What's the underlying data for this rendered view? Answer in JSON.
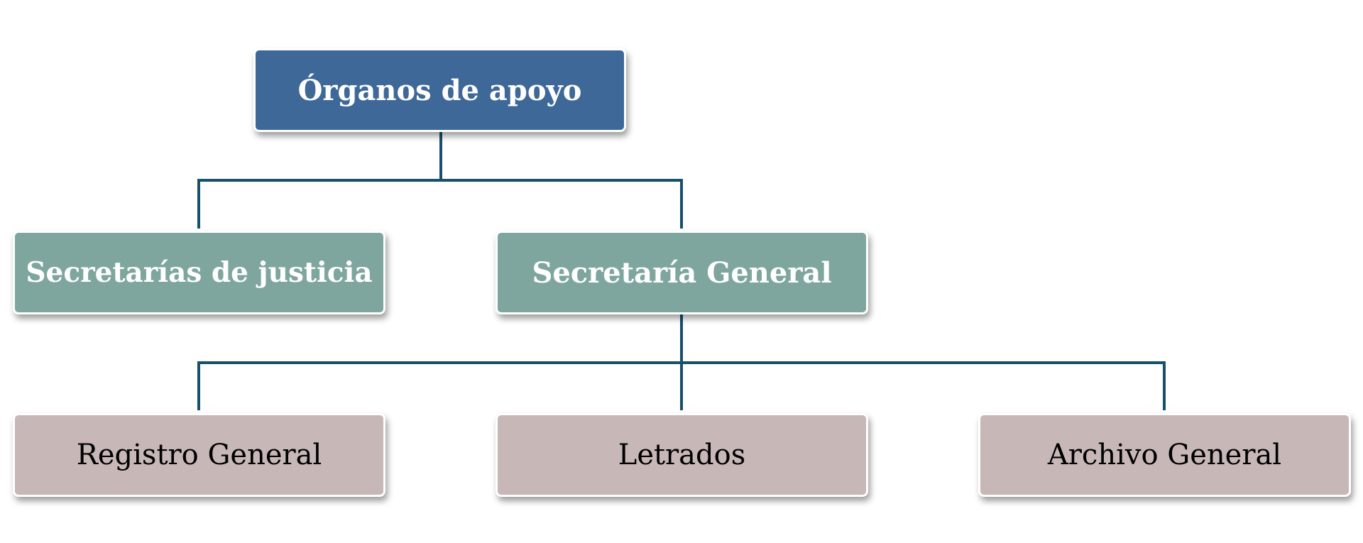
{
  "colors": {
    "root_fill": "#3e6898",
    "level2_fill": "#7ea69f",
    "level3_fill": "#c7b7b7",
    "connector": "#17506b",
    "light_text": "#ffffff",
    "dark_text": "#000000"
  },
  "root": {
    "label": "Órganos de apoyo"
  },
  "secretarias": [
    {
      "label": "Secretarías de justicia"
    },
    {
      "label": "Secretaría General"
    }
  ],
  "units": [
    {
      "label": "Registro General"
    },
    {
      "label": "Letrados"
    },
    {
      "label": "Archivo General"
    }
  ]
}
